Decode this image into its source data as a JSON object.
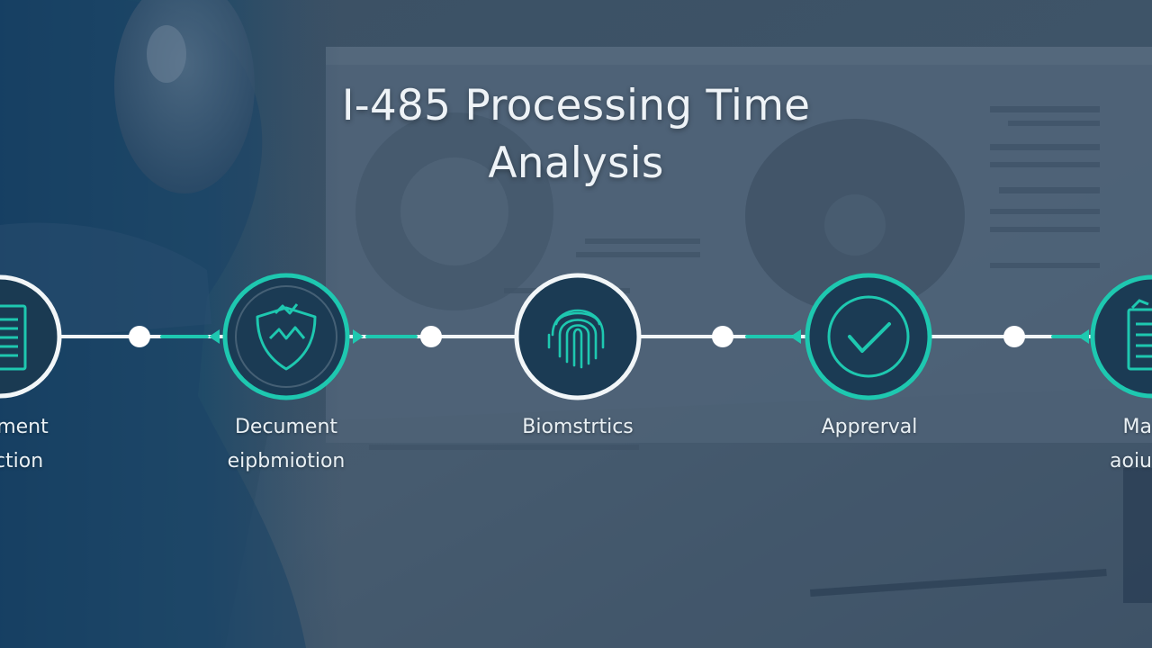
{
  "title": {
    "line1": "I-485 Processing Time",
    "line2": "Analysis"
  },
  "stages": [
    {
      "label": "ument\niction",
      "icon": "document-icon"
    },
    {
      "label": "Decument\neipbmiotion",
      "icon": "shield-icon"
    },
    {
      "label": "Biomstrtics",
      "icon": "fingerprint-icon"
    },
    {
      "label": "Apprerval",
      "icon": "checkmark-icon"
    },
    {
      "label": "Ma\naoiu",
      "icon": "clipboard-icon"
    }
  ],
  "colors": {
    "accent": "#1ec8b0",
    "ring": "#f2f6f8",
    "background": "#34495e",
    "text": "#e9f0f4"
  }
}
